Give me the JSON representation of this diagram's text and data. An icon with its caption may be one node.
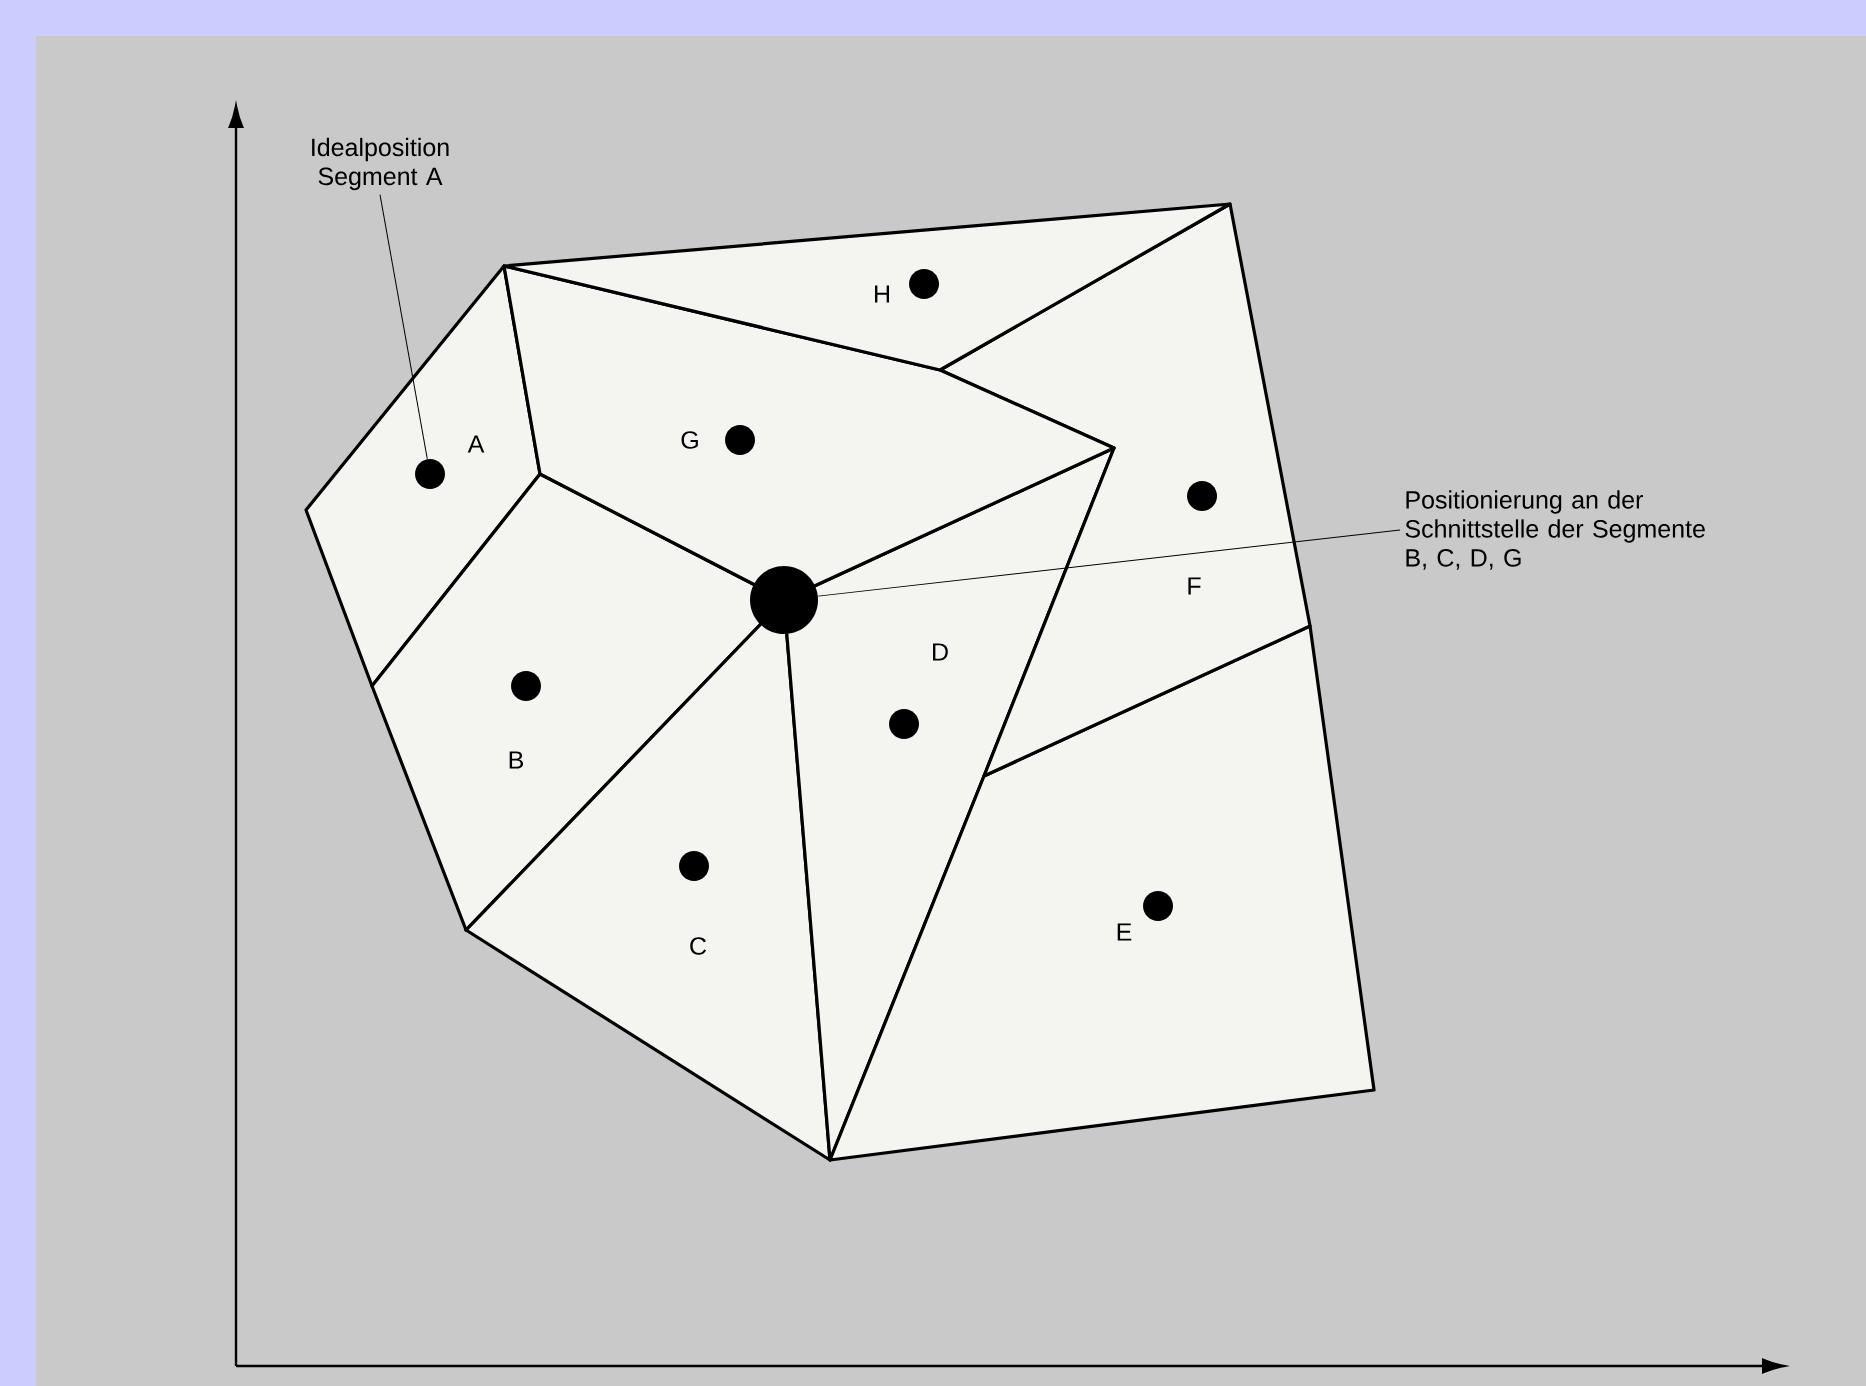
{
  "diagram": {
    "nodes": [
      {
        "text": [
          "A"
        ]
      },
      {
        "text": [
          "B"
        ]
      },
      {
        "text": [
          "C"
        ]
      },
      {
        "text": [
          "D"
        ]
      },
      {
        "text": [
          "E"
        ]
      },
      {
        "text": [
          "F"
        ]
      },
      {
        "text": [
          "G"
        ]
      },
      {
        "text": [
          "H"
        ]
      },
      {
        "text": [],
        "shape": "circle",
        "in": 0
      },
      {
        "text": [],
        "shape": "circle"
      },
      {
        "text": [
          "Idealposition Segment A"
        ]
      },
      {
        "text": [
          "Positionierung an der Schnittstelle der Segmente B, C, D, G"
        ]
      }
    ],
    "edges": [
      {
        "from": 10,
        "to": 8,
        "arrow": "none"
      },
      {
        "from": 11,
        "to": 9,
        "arrow": "none"
      }
    ]
  }
}
